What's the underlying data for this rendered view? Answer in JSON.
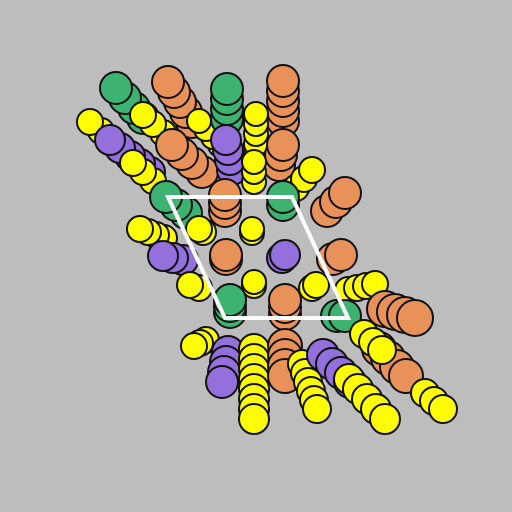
{
  "scene": {
    "background": "#bdbdbd",
    "outline_color": "#111111",
    "cell_color": "#ffffff"
  },
  "species": [
    {
      "name": "orange",
      "color": "#e8925a"
    },
    {
      "name": "green",
      "color": "#3cb371"
    },
    {
      "name": "yellow",
      "color": "#ffff00"
    },
    {
      "name": "purple",
      "color": "#9370db"
    }
  ]
}
